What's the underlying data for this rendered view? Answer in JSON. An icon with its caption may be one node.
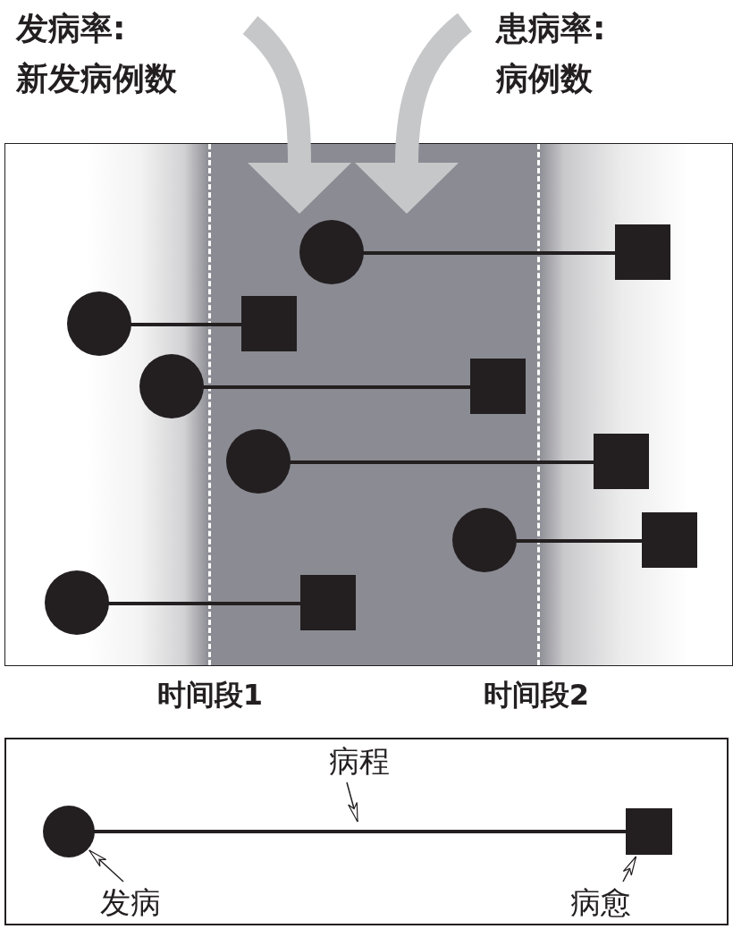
{
  "diagram": {
    "nodes": [
      {
        "text": [],
        "shape": "box"
      },
      {
        "text": [],
        "shape": "circle",
        "in": 0
      },
      {
        "text": [],
        "shape": "box",
        "in": 0
      },
      {
        "text": [],
        "shape": "circle",
        "in": 0
      },
      {
        "text": [],
        "shape": "box",
        "in": 0
      },
      {
        "text": [],
        "shape": "circle",
        "in": 0
      },
      {
        "text": [],
        "shape": "box",
        "in": 0
      },
      {
        "text": [],
        "shape": "circle",
        "in": 0
      },
      {
        "text": [],
        "shape": "box",
        "in": 0
      },
      {
        "text": [],
        "shape": "circle",
        "in": 0
      },
      {
        "text": [],
        "shape": "box",
        "in": 0
      },
      {
        "text": [],
        "shape": "circle",
        "in": 0
      },
      {
        "text": [],
        "shape": "box",
        "in": 0
      },
      {
        "text": [],
        "shape": "box"
      },
      {
        "text": [
          "病程"
        ],
        "in": 13
      },
      {
        "text": [],
        "shape": "circle",
        "in": 13
      },
      {
        "text": [],
        "shape": "box",
        "in": 13
      },
      {
        "text": [
          "发病"
        ],
        "in": 13
      },
      {
        "text": [
          "病愈"
        ],
        "in": 13
      }
    ],
    "edges": [
      {
        "from": 1,
        "to": 2,
        "arrow": "none"
      },
      {
        "from": 3,
        "to": 4,
        "arrow": "none"
      },
      {
        "from": 5,
        "to": 6,
        "arrow": "none"
      },
      {
        "from": 7,
        "to": 8,
        "arrow": "none"
      },
      {
        "from": 9,
        "to": 10,
        "arrow": "none"
      },
      {
        "from": 11,
        "to": 12,
        "arrow": "none"
      },
      {
        "from": 15,
        "to": 16,
        "arrow": "none"
      },
      {
        "from": 14,
        "to": null,
        "arrow": "to"
      },
      {
        "from": 17,
        "to": 15,
        "arrow": "to"
      },
      {
        "from": 18,
        "to": 16,
        "arrow": "to"
      }
    ],
    "labels": [
      "发病率:",
      "新发病例数",
      "患病率:",
      "病例数",
      "时间段1",
      "时间段2"
    ]
  }
}
